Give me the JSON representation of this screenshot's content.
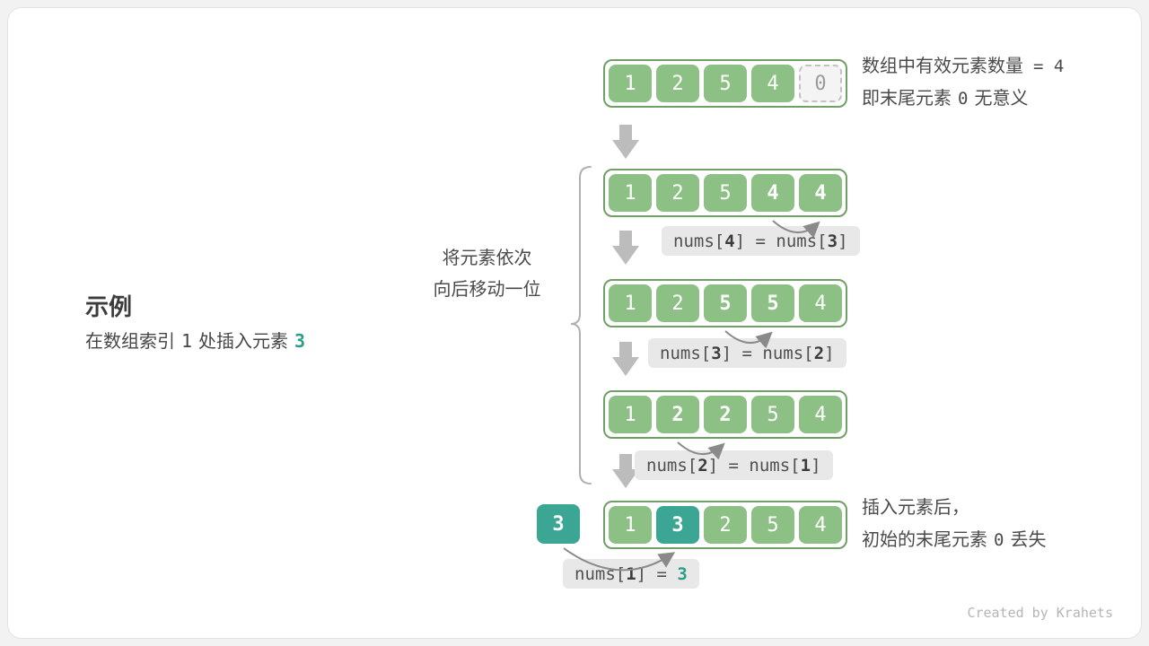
{
  "example": {
    "title": "示例",
    "line": {
      "t1": "在数组索引",
      "n1": "1",
      "t2": "处插入元素",
      "n2": "3"
    }
  },
  "bracket_label": {
    "line1": "将元素依次",
    "line2": "向后移动一位"
  },
  "notes": {
    "top": {
      "t1": "数组中有效元素数量",
      "n1": "= 4",
      "t2": "即末尾元素",
      "n2": "0",
      "t3": "无意义"
    },
    "bottom": {
      "t1": "插入元素后，",
      "t2": "初始的末尾元素",
      "n1": "0",
      "t3": "丢失"
    }
  },
  "rows": [
    {
      "cells": [
        "1",
        "2",
        "5",
        "4",
        "0"
      ]
    },
    {
      "cells": [
        "1",
        "2",
        "5",
        "4",
        "4"
      ],
      "label": {
        "p1": "nums[",
        "i1": "4",
        "p2": "] = nums[",
        "i2": "3",
        "p3": "]"
      }
    },
    {
      "cells": [
        "1",
        "2",
        "5",
        "5",
        "4"
      ],
      "label": {
        "p1": "nums[",
        "i1": "3",
        "p2": "] = nums[",
        "i2": "2",
        "p3": "]"
      }
    },
    {
      "cells": [
        "1",
        "2",
        "2",
        "5",
        "4"
      ],
      "label": {
        "p1": "nums[",
        "i1": "2",
        "p2": "] = nums[",
        "i2": "1",
        "p3": "]"
      }
    },
    {
      "cells": [
        "1",
        "3",
        "2",
        "5",
        "4"
      ],
      "label": {
        "p1": "nums[",
        "i1": "1",
        "p2": "] = ",
        "i2": "3"
      }
    }
  ],
  "insert_value": "3",
  "footer": "Created by Krahets",
  "colors": {
    "cell_green": "#8cc084",
    "cell_teal": "#3aa693",
    "container_border": "#6fa065",
    "annotation_bg": "#e8e8e8",
    "block_arrow": "#bcbcbc",
    "curve_arrow": "#8a8a8a",
    "accent_teal": "#2f9c8a"
  }
}
